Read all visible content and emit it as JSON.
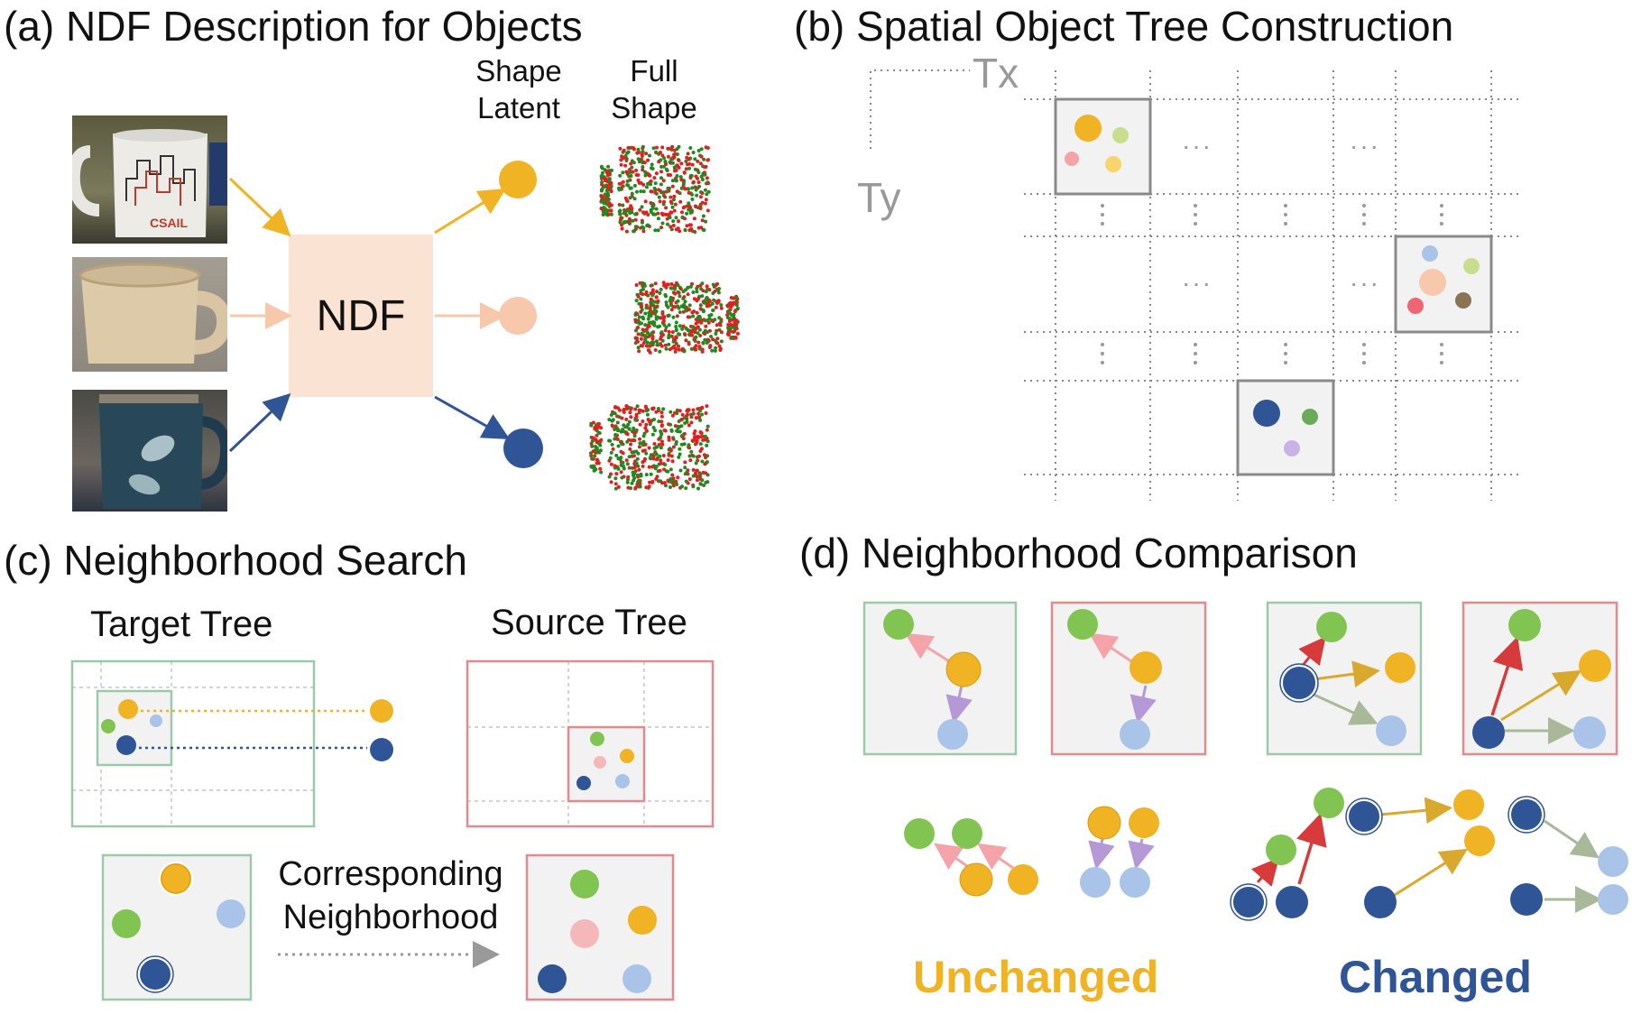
{
  "panel_a": {
    "title": "(a) NDF Description for Objects",
    "col_latent": [
      "Shape",
      "Latent"
    ],
    "col_full": [
      "Full",
      "Shape"
    ],
    "ndf_label": "NDF",
    "photo_text": "CSAIL",
    "colors": {
      "yellow": "#f0b323",
      "peach": "#f7c8ac",
      "blue": "#2f5597"
    }
  },
  "panel_b": {
    "title": "(b) Spatial Object Tree Construction",
    "tx": "Tx",
    "ty": "Ty",
    "ellipsis": "···"
  },
  "panel_c": {
    "title": "(c) Neighborhood Search",
    "target_label": "Target Tree",
    "source_label": "Source Tree",
    "corr_label": [
      "Corresponding",
      "Neighborhood"
    ]
  },
  "panel_d": {
    "title": "(d) Neighborhood Comparison",
    "unchanged_label": "Unchanged",
    "changed_label": "Changed",
    "colors": {
      "unchanged": "#f0b323",
      "changed": "#2f5597"
    }
  }
}
